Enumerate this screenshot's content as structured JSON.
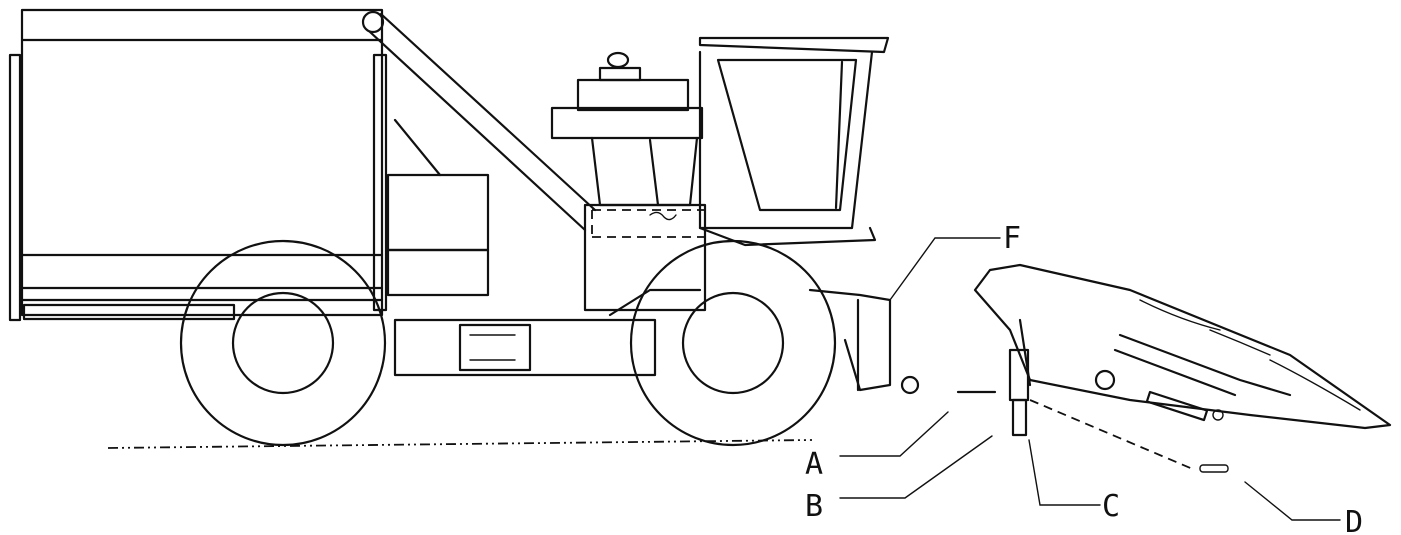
{
  "labels": {
    "a": "A",
    "b": "B",
    "c": "C",
    "d": "D",
    "f": "F"
  }
}
